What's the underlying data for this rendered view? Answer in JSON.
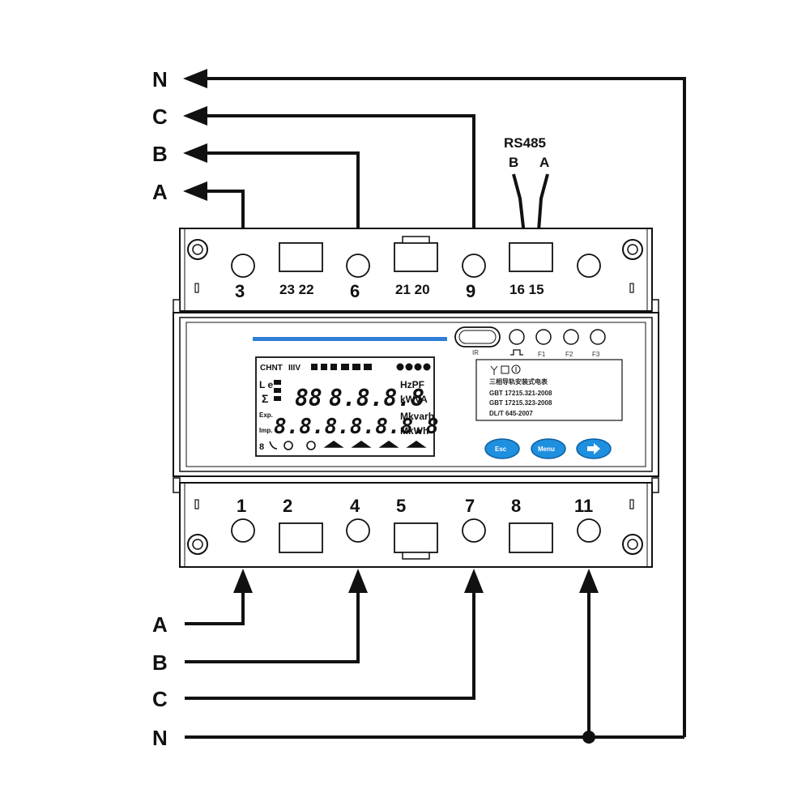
{
  "phase_lines": {
    "top": {
      "N": "N",
      "C": "C",
      "B": "B",
      "A": "A"
    },
    "bottom": {
      "A": "A",
      "B": "B",
      "C": "C",
      "N": "N"
    }
  },
  "rs485": {
    "title": "RS485",
    "b": "B",
    "a": "A"
  },
  "top_terminals": {
    "t3": "3",
    "t23_22": "23 22",
    "t6": "6",
    "t21_20": "21 20",
    "t9": "9",
    "t16_15": "16 15"
  },
  "bottom_terminals": {
    "t1": "1",
    "t2": "2",
    "t4": "4",
    "t5": "5",
    "t7": "7",
    "t8": "8",
    "t11": "11"
  },
  "front": {
    "ir_label": "IR",
    "indicators": {
      "pulse": "⎍",
      "f1": "F1",
      "f2": "F2",
      "f3": "F3"
    },
    "info_panel": {
      "title": "三相导轨安装式电表",
      "std1": "GBT 17215.321-2008",
      "std2": "GBT 17215.323-2008",
      "std3": "DL/T 645-2007"
    },
    "buttons": {
      "esc": "Esc",
      "menu": "Menu",
      "next": "➡"
    }
  },
  "lcd": {
    "brand": "CHNT",
    "phase_icons": "IIIV",
    "unit_top1": "HzPF",
    "unit_top2": "kWVA",
    "left_le": "L e",
    "sigma": "Σ",
    "exp": "Exp.",
    "imp": "Imp.",
    "digits_small": "88",
    "digits_top": "8.8.8.8",
    "digits_bottom": "8.8.8.8.8.8.8",
    "unit_mid": "Mkvarh",
    "unit_bot": "MkWh",
    "status_8": "8"
  },
  "colors": {
    "accent_blue": "#1f8fe0",
    "bar_blue": "#2f7fd6",
    "line": "#111111"
  }
}
